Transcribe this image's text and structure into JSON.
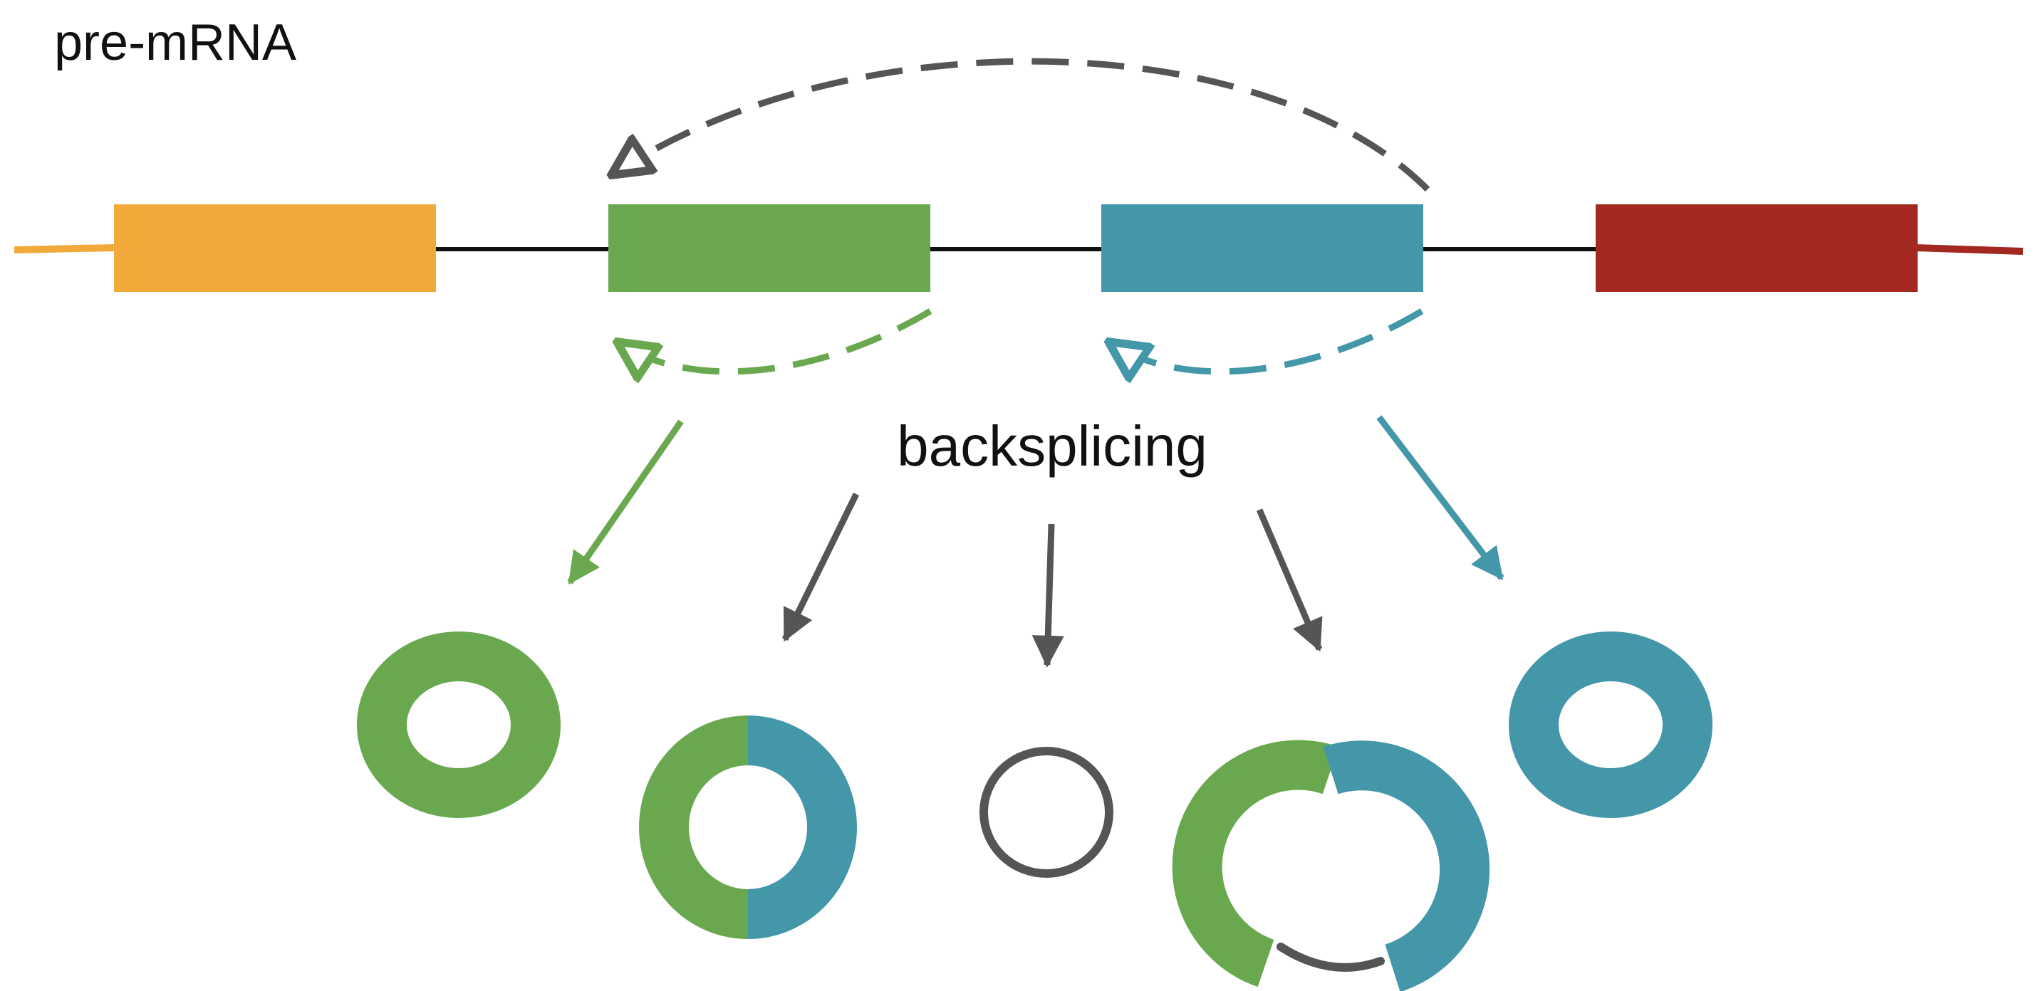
{
  "title": "pre-mRNA",
  "process_label": "backsplicing",
  "colors": {
    "exon_1": "#F2A93B",
    "exon_2": "#6AA84F",
    "exon_3": "#4397A9",
    "exon_4": "#A32820",
    "intron": "#111111",
    "arrow_gray": "#555555"
  },
  "products": [
    {
      "name": "exon-2-circrna",
      "exons": [
        "exon_2"
      ]
    },
    {
      "name": "exon-2-3-circrna",
      "exons": [
        "exon_2",
        "exon_3"
      ]
    },
    {
      "name": "intronic-circrna",
      "exons": []
    },
    {
      "name": "exon-intron-circrna",
      "exons": [
        "exon_2",
        "exon_3"
      ]
    },
    {
      "name": "exon-3-circrna",
      "exons": [
        "exon_3"
      ]
    }
  ]
}
